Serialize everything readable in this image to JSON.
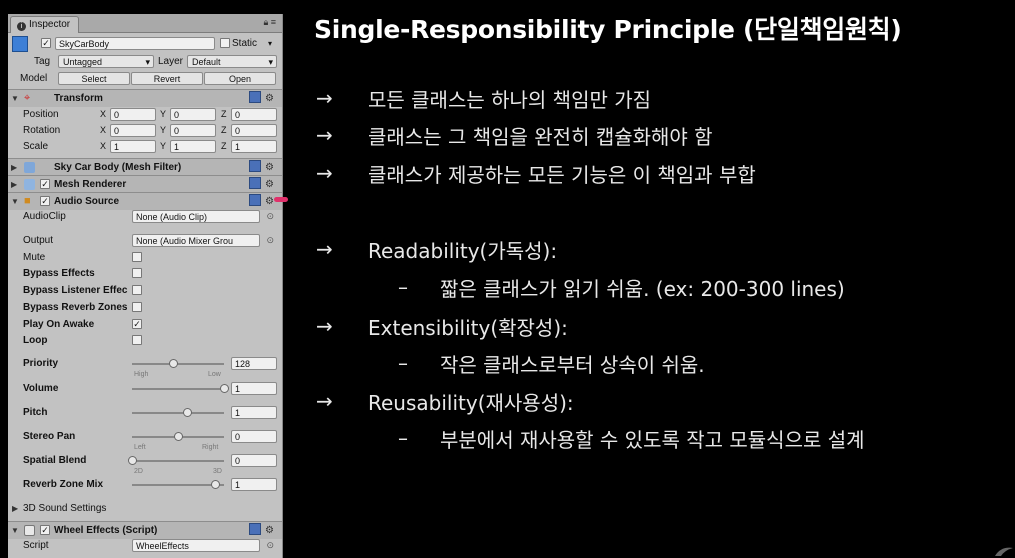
{
  "inspector": {
    "tab_label": "Inspector",
    "object": {
      "name": "SkyCarBody",
      "static_label": "Static",
      "tag_label": "Tag",
      "tag_value": "Untagged",
      "layer_label": "Layer",
      "layer_value": "Default",
      "model_label": "Model",
      "select_btn": "Select",
      "revert_btn": "Revert",
      "open_btn": "Open"
    },
    "transform": {
      "title": "Transform",
      "rows": [
        {
          "label": "Position",
          "x": "0",
          "y": "0",
          "z": "0"
        },
        {
          "label": "Rotation",
          "x": "0",
          "y": "0",
          "z": "0"
        },
        {
          "label": "Scale",
          "x": "1",
          "y": "1",
          "z": "1"
        }
      ],
      "axis_x": "X",
      "axis_y": "Y",
      "axis_z": "Z"
    },
    "mesh_filter": {
      "title": "Sky Car Body (Mesh Filter)"
    },
    "mesh_renderer": {
      "title": "Mesh Renderer"
    },
    "audio_source": {
      "title": "Audio Source",
      "audioclip_label": "AudioClip",
      "audioclip_value": "None (Audio Clip)",
      "output_label": "Output",
      "output_value": "None (Audio Mixer Grou",
      "mute_label": "Mute",
      "bypass_effects_label": "Bypass Effects",
      "bypass_listener_label": "Bypass Listener Effec",
      "bypass_reverb_label": "Bypass Reverb Zones",
      "play_on_awake_label": "Play On Awake",
      "loop_label": "Loop",
      "priority_label": "Priority",
      "priority_value": "128",
      "priority_high": "High",
      "priority_low": "Low",
      "volume_label": "Volume",
      "volume_value": "1",
      "pitch_label": "Pitch",
      "pitch_value": "1",
      "stereo_pan_label": "Stereo Pan",
      "stereo_pan_value": "0",
      "pan_left": "Left",
      "pan_right": "Right",
      "spatial_blend_label": "Spatial Blend",
      "spatial_blend_value": "0",
      "blend_2d": "2D",
      "blend_3d": "3D",
      "reverb_mix_label": "Reverb Zone Mix",
      "reverb_mix_value": "1",
      "sound_settings_label": "3D Sound Settings",
      "priority_level": 0.45,
      "volume_level": 1.0,
      "pitch_level": 0.6,
      "pan_level": 0.5,
      "blend_level": 0.0,
      "reverb_level": 0.9
    },
    "wheel_effects": {
      "title": "Wheel Effects (Script)",
      "script_label": "Script",
      "script_value": "WheelEffects"
    }
  },
  "slide": {
    "title": "Single-Responsibility Principle (단일책임원칙)",
    "bullets": [
      "모든 클래스는 하나의 책임만 가짐",
      "클래스는 그 책임을 완전히 캡슐화해야 함",
      "클래스가 제공하는 모든 기능은 이 책임과 부합"
    ],
    "points": [
      {
        "heading": "Readability(가독성):",
        "detail": "짧은 클래스가 읽기 쉬움. (ex: 200-300 lines)"
      },
      {
        "heading": "Extensibility(확장성):",
        "detail": "작은 클래스로부터 상속이 쉬움."
      },
      {
        "heading": "Reusability(재사용성):",
        "detail": "부분에서 재사용할 수 있도록 작고 모듈식으로 설계"
      }
    ],
    "arrow_glyph": "→",
    "dash_glyph": "–"
  }
}
